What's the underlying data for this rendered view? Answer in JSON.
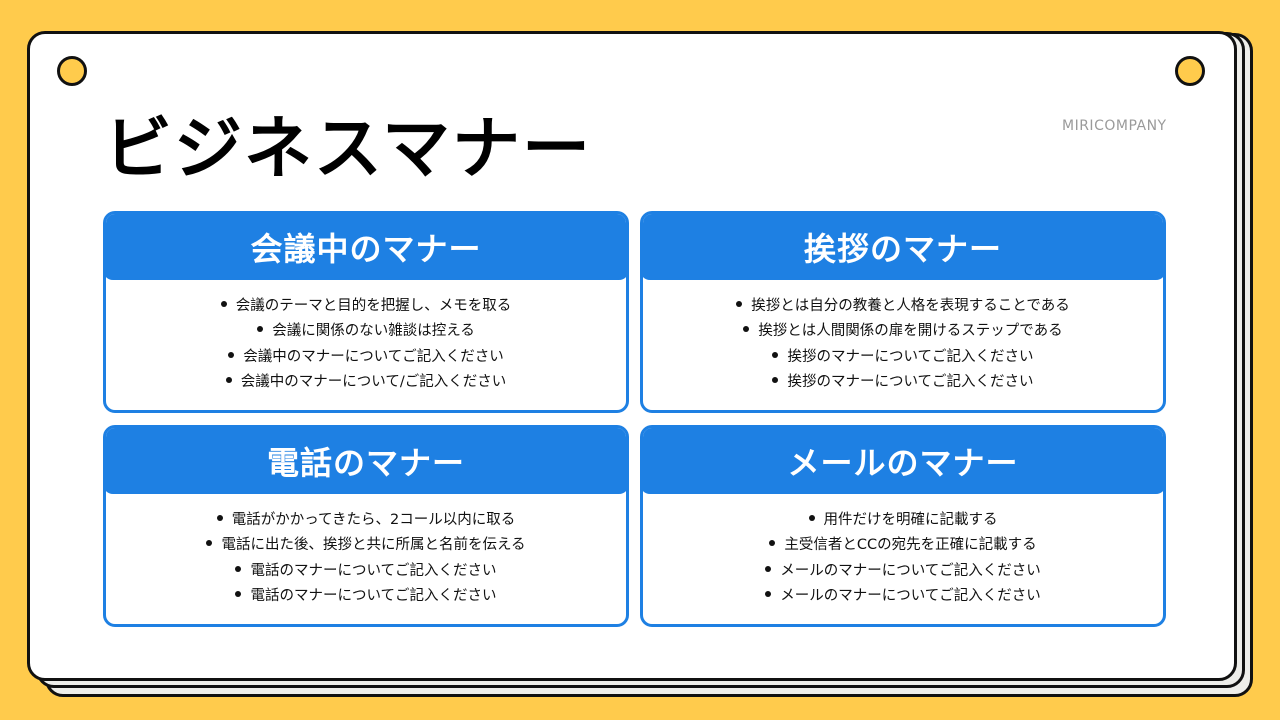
{
  "slide": {
    "title": "ビジネスマナー",
    "brand": "MIRICOMPANY",
    "colors": {
      "background": "#FFCB4C",
      "accent": "#1E80E3",
      "card": "#FFFFFF",
      "outline": "#111111"
    }
  },
  "panels": [
    {
      "title": "会議中のマナー",
      "items": [
        "会議のテーマと目的を把握し、メモを取る",
        "会議に関係のない雑談は控える",
        "会議中のマナーについてご記入ください",
        "会議中のマナーについて/ご記入ください"
      ]
    },
    {
      "title": "挨拶のマナー",
      "items": [
        "挨拶とは自分の教養と人格を表現することである",
        "挨拶とは人間関係の扉を開けるステップである",
        "挨拶のマナーについてご記入ください",
        "挨拶のマナーについてご記入ください"
      ]
    },
    {
      "title": "電話のマナー",
      "items": [
        "電話がかかってきたら、2コール以内に取る",
        "電話に出た後、挨拶と共に所属と名前を伝える",
        "電話のマナーについてご記入ください",
        "電話のマナーについてご記入ください"
      ]
    },
    {
      "title": "メールのマナー",
      "items": [
        "用件だけを明確に記載する",
        "主受信者とCCの宛先を正確に記載する",
        "メールのマナーについてご記入ください",
        "メールのマナーについてご記入ください"
      ]
    }
  ]
}
